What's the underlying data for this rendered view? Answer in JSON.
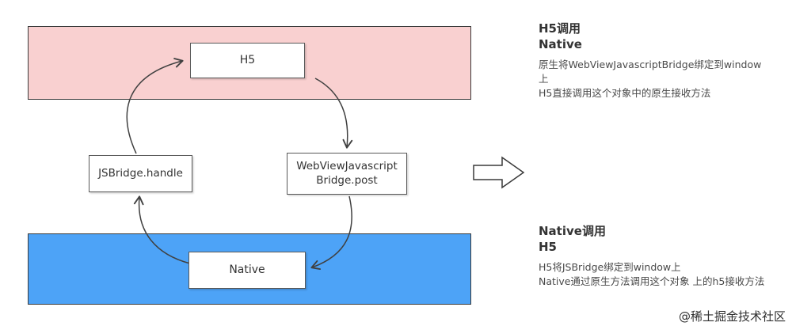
{
  "diagram": {
    "h5_node": "H5",
    "native_node": "Native",
    "jsbridge_node": "JSBridge.handle",
    "webview_node_line1": "WebViewJavascript",
    "webview_node_line2": "Bridge.post"
  },
  "annotations": {
    "h5_calls_native": {
      "title_line1": "H5调用",
      "title_line2": "Native",
      "lines": [
        "原生将WebViewJavascriptBridge绑定到window",
        "上",
        "H5直接调用这个对象中的原生接收方法"
      ]
    },
    "native_calls_h5": {
      "title_line1": "Native调用",
      "title_line2": "H5",
      "lines": [
        "H5将JSBridge绑定到window上",
        "Native通过原生方法调用这个对象 上的h5接收方法"
      ]
    }
  },
  "watermark": "@稀土掘金技术社区",
  "colors": {
    "h5_band": "#f9d0d0",
    "native_band": "#4da3f7",
    "node_border": "#595959",
    "arrow": "#404040"
  }
}
